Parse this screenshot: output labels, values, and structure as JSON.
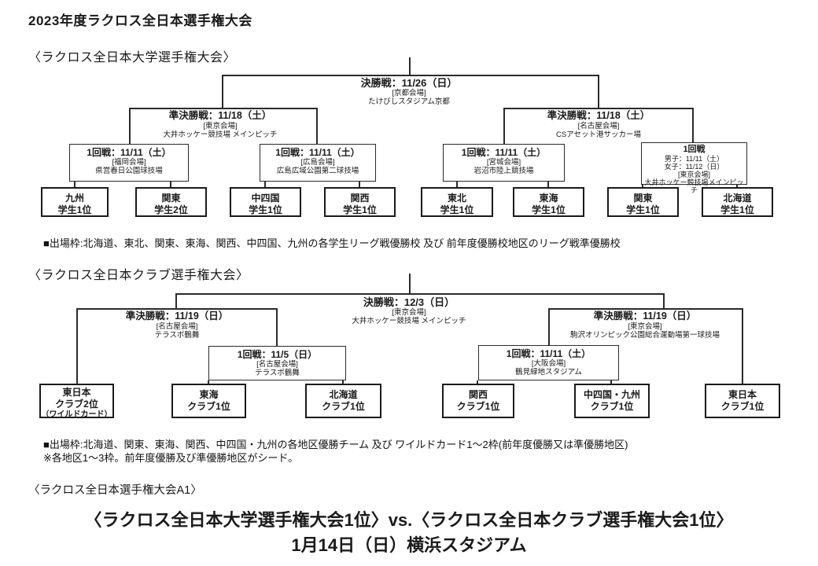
{
  "page": {
    "title": "2023年度ラクロス全日本選手権大会"
  },
  "university": {
    "heading": "〈ラクロス全日本大学選手権大会〉",
    "final": {
      "title": "決勝戦：11/26（日）",
      "venue": "[京都会場]",
      "place": "たけびしスタジアム京都"
    },
    "semifinal_left": {
      "title": "準決勝戦：11/18（土）",
      "venue": "[東京会場]",
      "place": "大井ホッケー競技場 メインピッチ"
    },
    "semifinal_right": {
      "title": "準決勝戦：11/18（土）",
      "venue": "[名古屋会場]",
      "place": "CSアセット港サッカー場"
    },
    "round1_fukuoka": {
      "title": "1回戦：11/11（土）",
      "venue": "[福岡会場]",
      "place": "県営春日公園球技場"
    },
    "round1_hiroshima": {
      "title": "1回戦：11/11（土）",
      "venue": "[広島会場]",
      "place": "広島広域公園第二球技場"
    },
    "round1_miyagi": {
      "title": "1回戦：11/11（土）",
      "venue": "[宮城会場]",
      "place": "岩沼市陸上競技場"
    },
    "round1_tokyo": {
      "title": "1回戦",
      "men": "男子：11/11（土）",
      "women": "女子：11/12（日）",
      "venue": "[東京会場]",
      "place": "大井ホッケー競技場メインピッチ"
    },
    "teams": [
      {
        "name": "九州",
        "seed": "学生1位"
      },
      {
        "name": "関東",
        "seed": "学生2位"
      },
      {
        "name": "中四国",
        "seed": "学生1位"
      },
      {
        "name": "関西",
        "seed": "学生1位"
      },
      {
        "name": "東北",
        "seed": "学生1位"
      },
      {
        "name": "東海",
        "seed": "学生1位"
      },
      {
        "name": "関東",
        "seed": "学生1位"
      },
      {
        "name": "北海道",
        "seed": "学生1位"
      }
    ],
    "note": "■出場枠:北海道、東北、関東、東海、関西、中四国、九州の各学生リーグ戦優勝校 及び 前年度優勝校地区のリーグ戦準優勝校"
  },
  "club": {
    "heading": "〈ラクロス全日本クラブ選手権大会〉",
    "final": {
      "title": "決勝戦：12/3（日）",
      "venue": "[東京会場]",
      "place": "大井ホッケー競技場 メインピッチ"
    },
    "semifinal_left": {
      "title": "準決勝戦：11/19（日）",
      "venue": "[名古屋会場]",
      "place": "テラスポ鶴舞"
    },
    "semifinal_right": {
      "title": "準決勝戦：11/19（日）",
      "venue": "[東京会場]",
      "place": "駒沢オリンピック公園総合運動場第一球技場"
    },
    "round1_nagoya": {
      "title": "1回戦：11/5（日）",
      "venue": "[名古屋会場]",
      "place": "テラスポ鶴舞"
    },
    "round1_osaka": {
      "title": "1回戦：11/11（土）",
      "venue": "[大阪会場]",
      "place": "鶴見緑地スタジアム"
    },
    "teams": [
      {
        "name": "東日本",
        "seed": "クラブ2位",
        "extra": "（ワイルドカード）"
      },
      {
        "name": "東海",
        "seed": "クラブ1位"
      },
      {
        "name": "北海道",
        "seed": "クラブ1位"
      },
      {
        "name": "関西",
        "seed": "クラブ1位"
      },
      {
        "name": "中四国・九州",
        "seed": "クラブ1位"
      },
      {
        "name": "東日本",
        "seed": "クラブ1位"
      }
    ],
    "note1": "■出場枠:北海道、関東、東海、関西、中四国・九州の各地区優勝チーム 及び ワイルドカード1～2枠(前年度優勝又は準優勝地区)",
    "note2": "※各地区1～3枠。前年度優勝及び準優勝地区がシード。"
  },
  "final_match": {
    "heading": "〈ラクロス全日本選手権大会A1〉",
    "matchup": "〈ラクロス全日本大学選手権大会1位〉vs.〈ラクロス全日本クラブ選手権大会1位〉",
    "schedule": "1月14日（日）横浜スタジアム"
  }
}
